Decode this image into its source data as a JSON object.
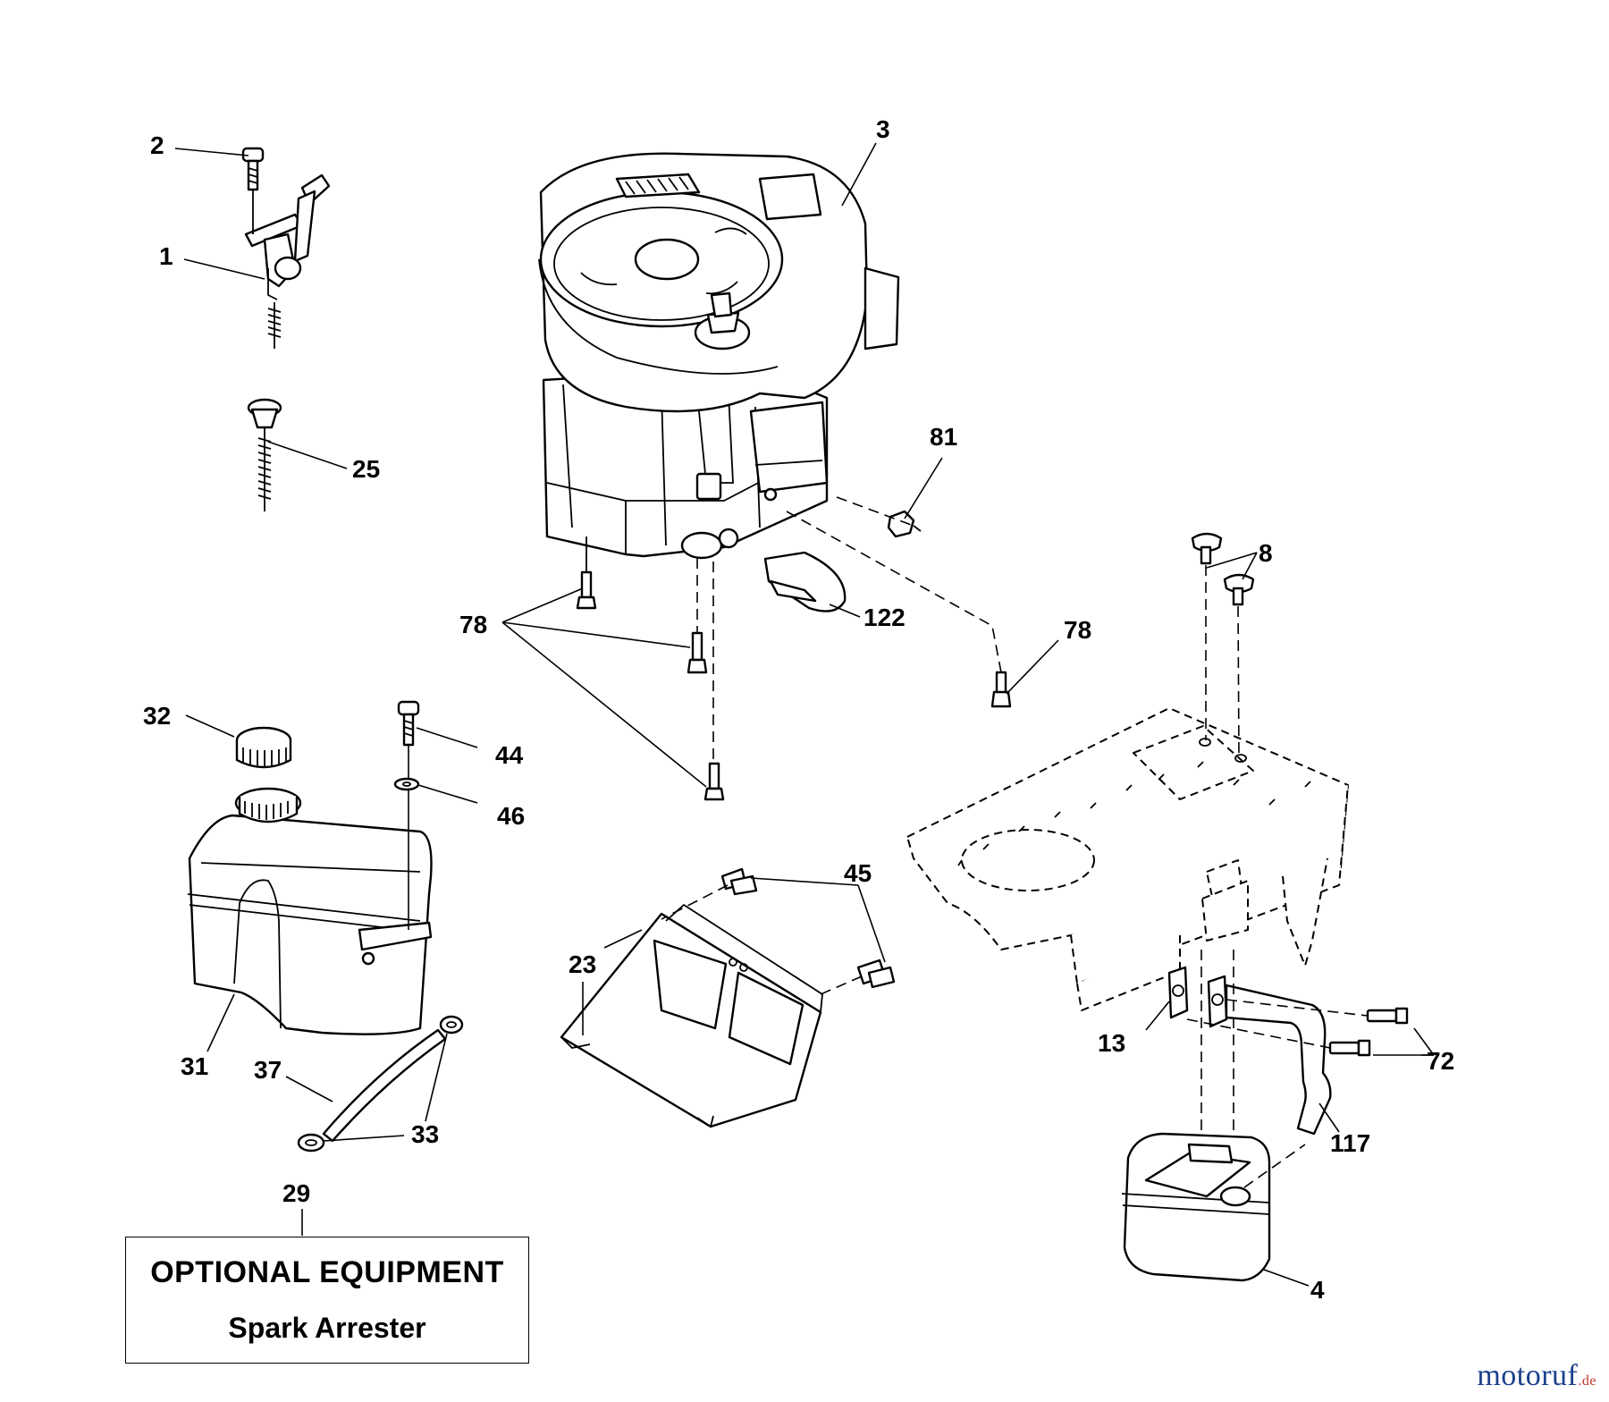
{
  "diagram": {
    "callouts": {
      "c1": "1",
      "c2": "2",
      "c3": "3",
      "c4": "4",
      "c8": "8",
      "c13": "13",
      "c23": "23",
      "c25": "25",
      "c29": "29",
      "c31": "31",
      "c32": "32",
      "c33": "33",
      "c37": "37",
      "c44": "44",
      "c45": "45",
      "c46": "46",
      "c72": "72",
      "c78a": "78",
      "c78b": "78",
      "c81": "81",
      "c117": "117",
      "c122": "122"
    },
    "optional_box": {
      "title": "OPTIONAL EQUIPMENT",
      "subtitle": "Spark Arrester"
    }
  },
  "watermark": {
    "brand": "motoruf",
    "suffix": ".de"
  }
}
